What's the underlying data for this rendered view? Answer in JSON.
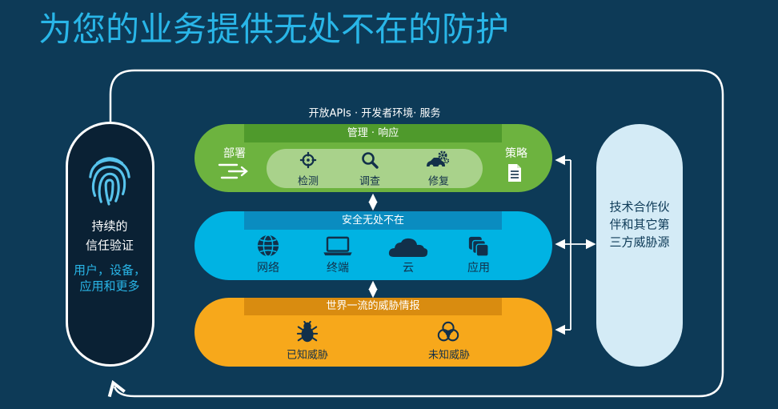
{
  "title": "为您的业务提供无处不在的防护",
  "api_label": "开放APIs · 开发者环境· 服务",
  "left_pill": {
    "icon": "fingerprint-icon",
    "line1": "持续的",
    "line2": "信任验证",
    "sub1": "用户，设备，",
    "sub2": "应用和更多"
  },
  "right_pill": {
    "line1": "技术合作伙",
    "line2": "伴和其它第",
    "line3": "三方威胁源"
  },
  "green": {
    "header": "管理 · 响应",
    "left": {
      "label": "部署",
      "icon": "deploy-arrow-icon"
    },
    "right": {
      "label": "策略",
      "icon": "document-icon"
    },
    "items": [
      {
        "label": "检测",
        "icon": "crosshair-icon"
      },
      {
        "label": "调查",
        "icon": "magnifier-icon"
      },
      {
        "label": "修复",
        "icon": "repair-gears-icon"
      }
    ]
  },
  "blue": {
    "header": "安全无处不在",
    "items": [
      {
        "label": "网络",
        "icon": "globe-icon"
      },
      {
        "label": "终端",
        "icon": "laptop-icon"
      },
      {
        "label": "云",
        "icon": "cloud-icon"
      },
      {
        "label": "应用",
        "icon": "app-layers-icon"
      }
    ]
  },
  "orange": {
    "header": "世界一流的威胁情报",
    "items": [
      {
        "label": "已知威胁",
        "icon": "bug-icon"
      },
      {
        "label": "未知威胁",
        "icon": "biohazard-icon"
      }
    ]
  },
  "colors": {
    "bg": "#0d3a57",
    "title": "#29b6e8",
    "green": "#6db33f",
    "green-dark": "#4f9a2c",
    "green-light": "#a9d28b",
    "blue": "#00b3e3",
    "blue-dark": "#0a8cc0",
    "orange": "#f7a81b",
    "orange-dark": "#d98c10",
    "right-pill": "#d4ebf6",
    "left-pill": "#0a2134",
    "ink": "#12304a"
  }
}
